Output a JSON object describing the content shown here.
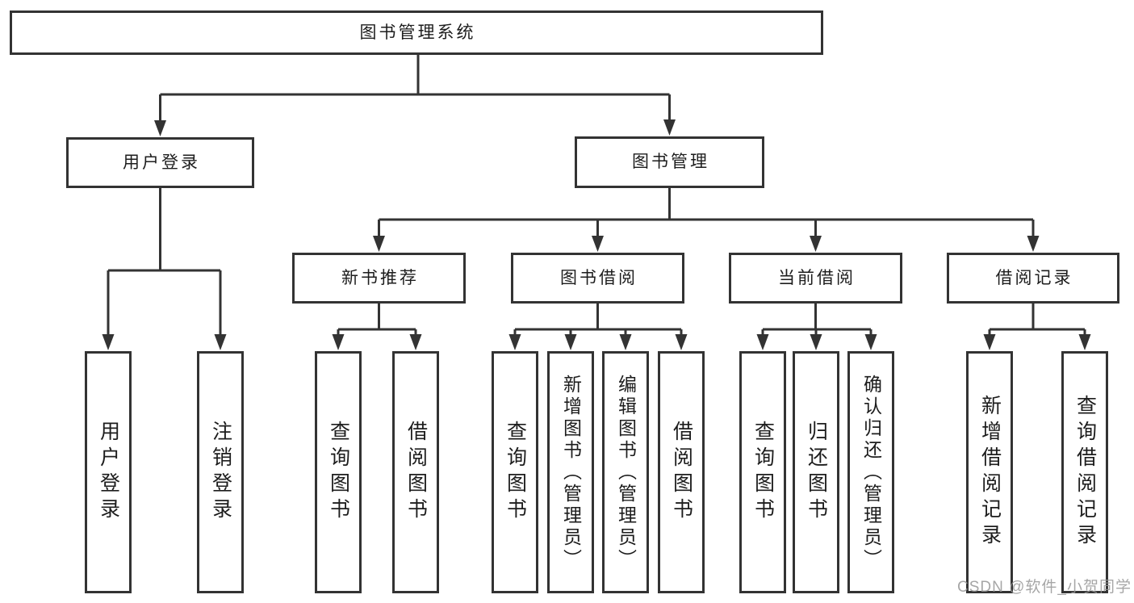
{
  "diagram": {
    "type": "functional-structure-tree",
    "line_color": "#333333",
    "root": {
      "label": "图书管理系统",
      "children": [
        {
          "label": "用户登录",
          "children": [
            {
              "label": "用户登录"
            },
            {
              "label": "注销登录"
            }
          ]
        },
        {
          "label": "图书管理",
          "children": [
            {
              "label": "新书推荐",
              "children": [
                {
                  "label": "查询图书"
                },
                {
                  "label": "借阅图书"
                }
              ]
            },
            {
              "label": "图书借阅",
              "children": [
                {
                  "label": "查询图书"
                },
                {
                  "label": "新增图书（管理员）"
                },
                {
                  "label": "编辑图书（管理员）"
                },
                {
                  "label": "借阅图书"
                }
              ]
            },
            {
              "label": "当前借阅",
              "children": [
                {
                  "label": "查询图书"
                },
                {
                  "label": "归还图书"
                },
                {
                  "label": "确认归还（管理员）"
                }
              ]
            },
            {
              "label": "借阅记录",
              "children": [
                {
                  "label": "新增借阅记录"
                },
                {
                  "label": "查询借阅记录"
                }
              ]
            }
          ]
        }
      ]
    }
  },
  "watermark": {
    "text": "CSDN @软件_小贺同学",
    "color": "#969696"
  }
}
